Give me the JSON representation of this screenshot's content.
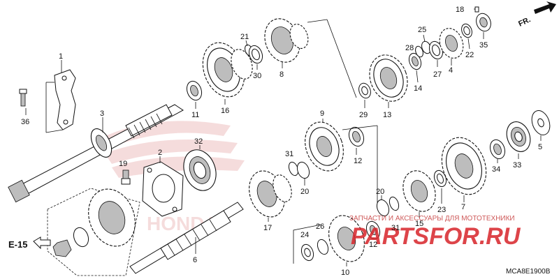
{
  "diagram": {
    "code": "MCA8E1900B",
    "reference": "E-15",
    "direction_label": "FR.",
    "watermark": {
      "site": "PARTSFOR.RU",
      "tagline": "ЗАПЧАСТИ И АКСЕССУАРЫ ДЛЯ МОТОТЕХНИКИ"
    },
    "labels": {
      "p1": "1",
      "p2": "2",
      "p3": "3",
      "p4": "4",
      "p5": "5",
      "p6": "6",
      "p7": "7",
      "p8": "8",
      "p9": "9",
      "p10": "10",
      "p11": "11",
      "p12a": "12",
      "p12b": "12",
      "p13": "13",
      "p14": "14",
      "p15": "15",
      "p16": "16",
      "p17": "17",
      "p18": "18",
      "p19": "19",
      "p20a": "20",
      "p20b": "20",
      "p21": "21",
      "p22": "22",
      "p23": "23",
      "p24": "24",
      "p25": "25",
      "p26": "26",
      "p27": "27",
      "p28": "28",
      "p29": "29",
      "p30": "30",
      "p31a": "31",
      "p31b": "31",
      "p32": "32",
      "p33": "33",
      "p34": "34",
      "p35": "35",
      "p36": "36"
    }
  }
}
